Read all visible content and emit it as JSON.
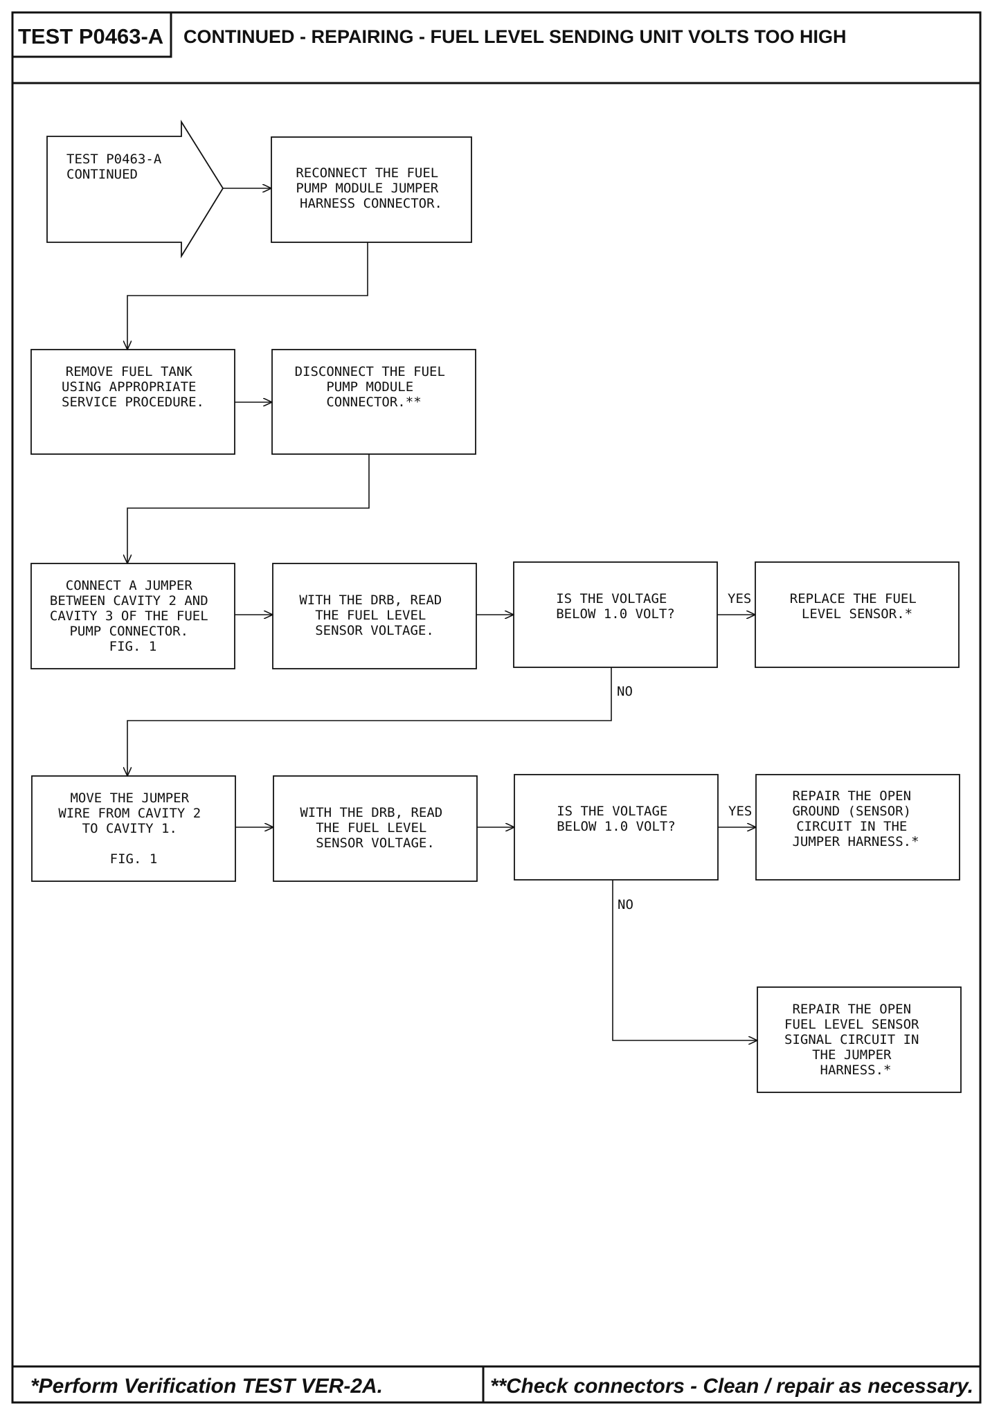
{
  "header": {
    "test_id": "TEST P0463-A",
    "title": "CONTINUED - REPAIRING - FUEL LEVEL SENDING UNIT VOLTS TOO HIGH"
  },
  "flowchart": {
    "start": [
      "TEST P0463-A",
      "CONTINUED"
    ],
    "reconnect": [
      "RECONNECT THE FUEL",
      "PUMP MODULE JUMPER",
      "HARNESS CONNECTOR."
    ],
    "remove_tank": [
      "REMOVE FUEL TANK",
      "USING APPROPRIATE",
      "SERVICE PROCEDURE."
    ],
    "disconnect": [
      "DISCONNECT THE FUEL",
      "PUMP MODULE",
      "CONNECTOR.**"
    ],
    "connect_jumper": [
      "CONNECT A JUMPER",
      "BETWEEN CAVITY 2 AND",
      "CAVITY 3 OF THE FUEL",
      "PUMP CONNECTOR.",
      "FIG. 1"
    ],
    "read_voltage_1": [
      "WITH THE DRB, READ",
      "THE FUEL LEVEL",
      "SENSOR VOLTAGE."
    ],
    "question_1": [
      "IS THE VOLTAGE",
      "BELOW 1.0 VOLT?"
    ],
    "replace_sensor": [
      "REPLACE THE FUEL",
      "LEVEL SENSOR.*"
    ],
    "move_jumper": [
      "MOVE THE JUMPER",
      "WIRE FROM CAVITY 2",
      "TO CAVITY 1.",
      "",
      "FIG. 1"
    ],
    "read_voltage_2": [
      "WITH THE DRB, READ",
      "THE FUEL LEVEL",
      "SENSOR VOLTAGE."
    ],
    "question_2": [
      "IS THE VOLTAGE",
      "BELOW 1.0 VOLT?"
    ],
    "repair_ground": [
      "REPAIR THE OPEN",
      "GROUND (SENSOR)",
      "CIRCUIT IN THE",
      "JUMPER HARNESS.*"
    ],
    "repair_signal": [
      "REPAIR THE OPEN",
      "FUEL LEVEL SENSOR",
      "SIGNAL CIRCUIT IN",
      "THE JUMPER",
      "HARNESS.*"
    ],
    "yes_label": "YES",
    "no_label": "NO"
  },
  "footer": {
    "left": "*Perform Verification TEST VER-2A.",
    "right": "**Check connectors - Clean / repair as necessary."
  }
}
